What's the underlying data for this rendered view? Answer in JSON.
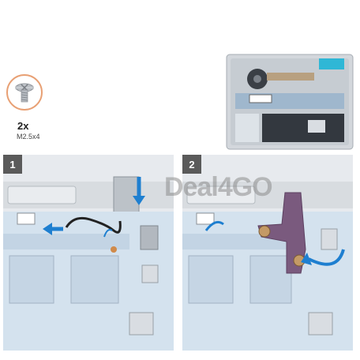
{
  "legend": {
    "quantity": "2x",
    "screw_size": "M2.5x4"
  },
  "steps": [
    {
      "number": "1"
    },
    {
      "number": "2"
    }
  ],
  "watermark": "Deal4GO",
  "colors": {
    "arrow_blue": "#1e7fd0",
    "highlight_cyan": "#2fb7d6",
    "board_blue": "#cfe0ef",
    "chassis_gray": "#d9dde2",
    "screw_circle_orange": "#e8a074",
    "cable_black": "#222222",
    "hinge_purple": "#7a5a7e"
  }
}
